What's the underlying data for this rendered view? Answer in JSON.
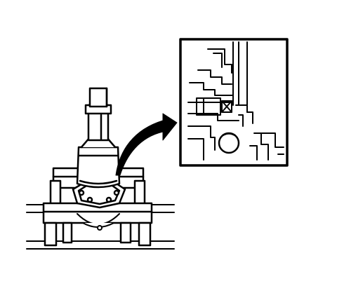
{
  "figure": {
    "kind": "technical line drawing",
    "stroke_color": "#000000",
    "fill_color": "#ffffff",
    "components": {
      "press_ram": "hydraulic-press-ram",
      "installer_tool": "bearing-installer-tool",
      "flange": "four-bolt-flange",
      "fixture": "support-fixture-frame",
      "rails": "bench-rails",
      "callout_arrow": "detail-callout-arrow",
      "detail_inset": "bearing-seating-detail"
    }
  }
}
